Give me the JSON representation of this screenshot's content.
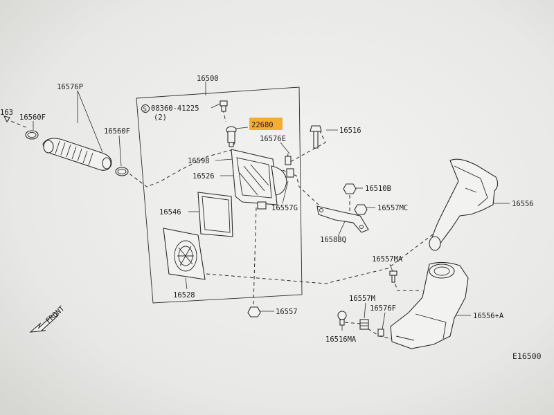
{
  "diagram": {
    "assembly_number": "16500",
    "bolt_spec": "08360-41225",
    "bolt_qty": "(2)",
    "highlighted_part": "22680",
    "highlight_color": "#f5a623",
    "front_label": "FRONT",
    "figure_code": "E16500",
    "labels": {
      "p16576P": "16576P",
      "p163": "163",
      "p16560F_left": "16560F",
      "p16560F_right": "16560F",
      "p16576E": "16576E",
      "p16516": "16516",
      "p16598": "16598",
      "p16526": "16526",
      "p16546": "16546",
      "p16557G": "16557G",
      "p16510B": "16510B",
      "p16557MC": "16557MC",
      "p16556": "16556",
      "p16588Q": "16588Q",
      "p16528": "16528",
      "p16557": "16557",
      "p16557MA": "16557MA",
      "p16557M": "16557M",
      "p16576F": "16576F",
      "p16556A": "16556+A",
      "p16516MA": "16516MA"
    }
  }
}
